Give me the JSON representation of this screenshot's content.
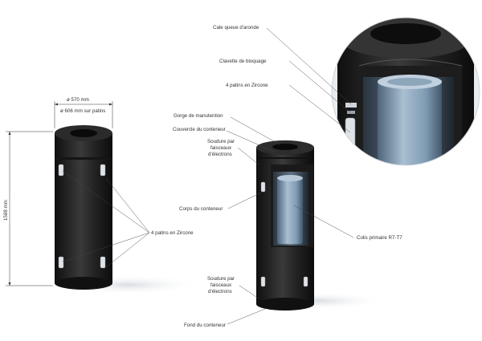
{
  "dimensions": {
    "diameter": "ø 570 mm",
    "diameter_pads": "ø 606 mm sur patins",
    "height": "1588 mm"
  },
  "labels": {
    "pads_left": "4 patins en Zircone",
    "gorge": "Gorge de manutention",
    "couvercle": "Couvercle du conteneur",
    "soudure_top_1": "Soudure par",
    "soudure_top_2": "faisceaux",
    "soudure_top_3": "d'électrons",
    "corps": "Corps du conteneur",
    "colis": "Colis primaire R7-T7",
    "soudure_bot_1": "Soudure par",
    "soudure_bot_2": "faisceaux",
    "soudure_bot_3": "d'électrons",
    "fond": "Fond du conteneur",
    "cale": "Cale queue d'aronde",
    "clavette": "Clavette de bloquage",
    "pads_detail": "4 patins en Zircone"
  },
  "colors": {
    "container_dark": "#1c1c1c",
    "container_mid": "#2e2e2e",
    "inner_blue": "#7f9bb4",
    "pad_metal": "#d8dde2",
    "shadow": "#e6e9ec"
  }
}
